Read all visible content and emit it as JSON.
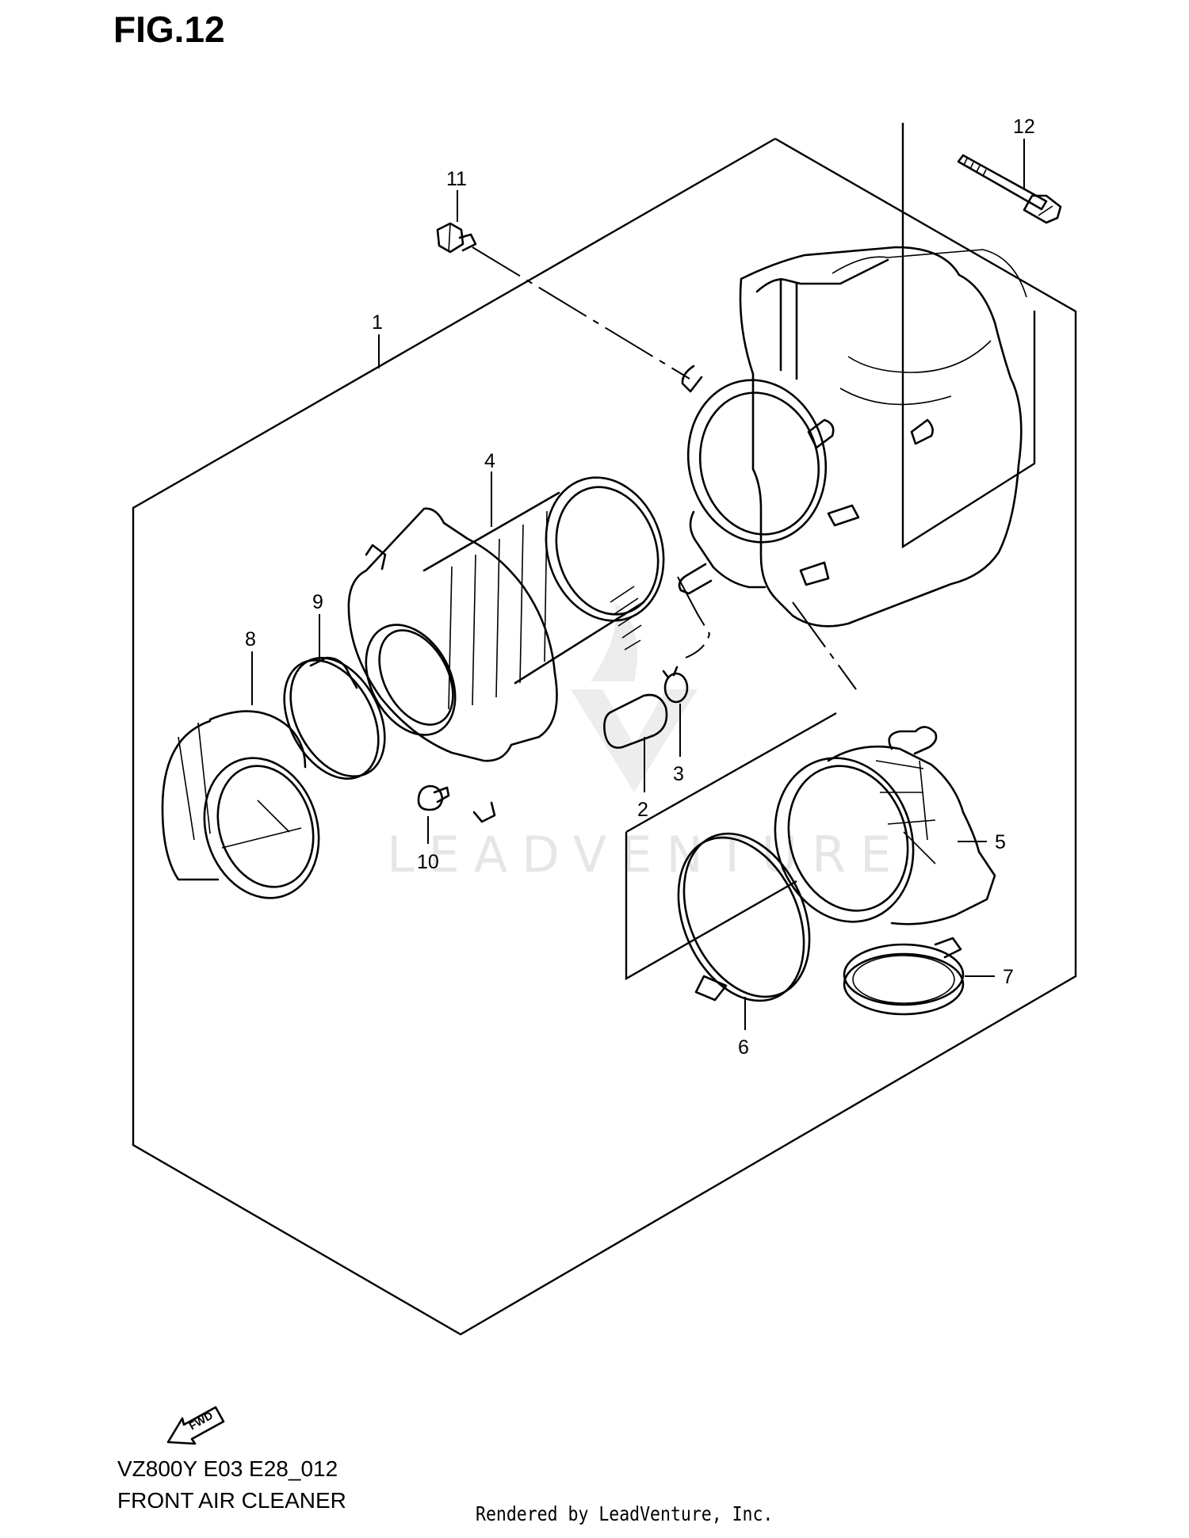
{
  "figure": {
    "title": "FIG.12"
  },
  "callouts": {
    "c1": "1",
    "c2": "2",
    "c3": "3",
    "c4": "4",
    "c5": "5",
    "c6": "6",
    "c7": "7",
    "c8": "8",
    "c9": "9",
    "c10": "10",
    "c11": "11",
    "c12": "12"
  },
  "footer": {
    "model_code": "VZ800Y E03 E28_012",
    "section_name": "FRONT AIR CLEANER",
    "rendered_by": "Rendered by LeadVenture, Inc."
  },
  "watermark": {
    "text": "LEADVENTURE"
  },
  "fwd_arrow": {
    "label": "FWD"
  }
}
